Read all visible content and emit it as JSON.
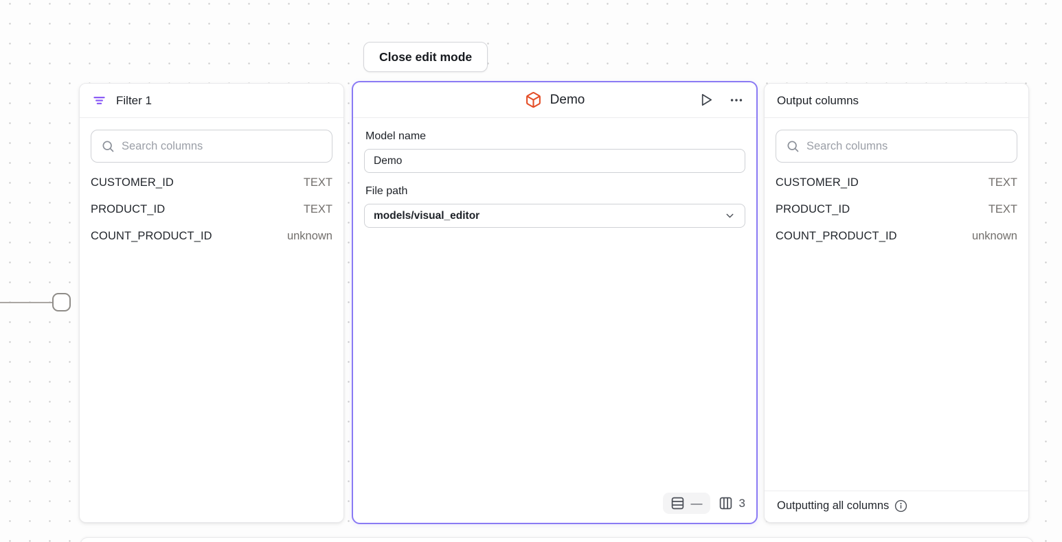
{
  "canvas": {
    "close_edit_button": "Close edit mode"
  },
  "filter_panel": {
    "title": "Filter 1",
    "search_placeholder": "Search columns",
    "columns": [
      {
        "name": "CUSTOMER_ID",
        "type": "TEXT"
      },
      {
        "name": "PRODUCT_ID",
        "type": "TEXT"
      },
      {
        "name": "COUNT_PRODUCT_ID",
        "type": "unknown"
      }
    ]
  },
  "model_panel": {
    "title": "Demo",
    "model_name_label": "Model name",
    "model_name_value": "Demo",
    "file_path_label": "File path",
    "file_path_value": "models/visual_editor",
    "row_count": "—",
    "column_count": "3"
  },
  "output_panel": {
    "title": "Output columns",
    "search_placeholder": "Search columns",
    "columns": [
      {
        "name": "CUSTOMER_ID",
        "type": "TEXT"
      },
      {
        "name": "PRODUCT_ID",
        "type": "TEXT"
      },
      {
        "name": "COUNT_PRODUCT_ID",
        "type": "unknown"
      }
    ],
    "footer": "Outputting all columns"
  },
  "colors": {
    "accent_purple": "#8a7af4",
    "filter_icon_purple": "#8b5cf6",
    "cube_icon_orange": "#e44d26",
    "text_primary": "#1d2127",
    "text_secondary": "#716e6b"
  }
}
